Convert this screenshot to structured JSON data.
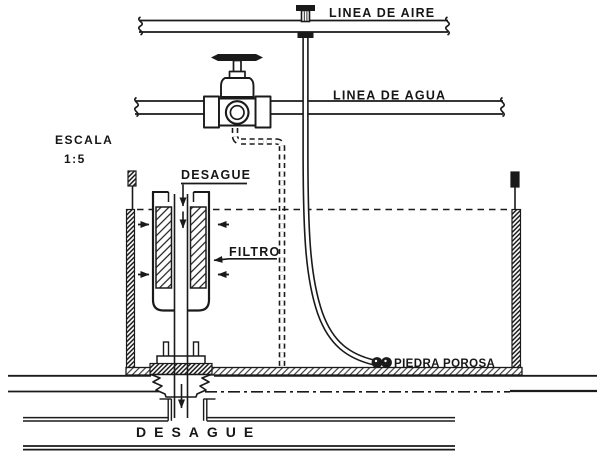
{
  "diagram": {
    "labels": {
      "air_line": "LINEA DE AIRE",
      "water_line": "LINEA DE AGUA",
      "scale_title": "ESCALA",
      "scale_ratio": "1:5",
      "drain_top": "DESAGUE",
      "filter": "FILTRO",
      "porous_stone": "PIEDRA POROSA",
      "drain_bottom": "DESAGUE"
    },
    "colors": {
      "ink": "#1a1a1a",
      "paper": "#ffffff"
    }
  }
}
